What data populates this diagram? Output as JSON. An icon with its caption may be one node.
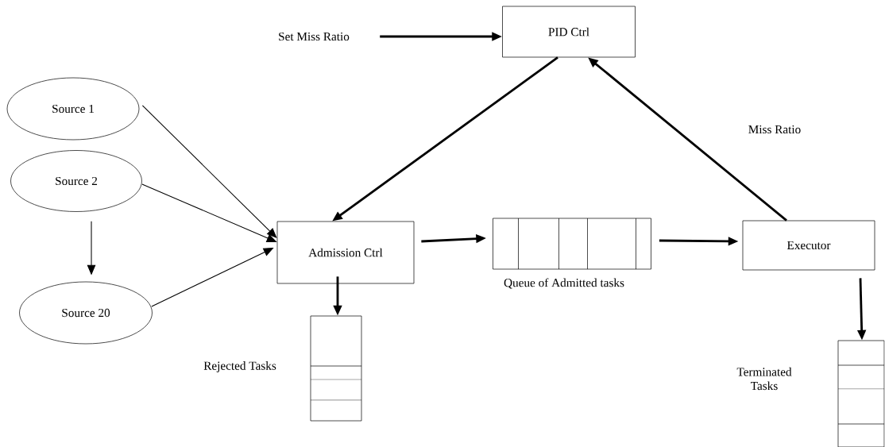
{
  "diagram": {
    "nodes": [
      {
        "text": [
          "Set Miss Ratio"
        ]
      },
      {
        "text": [
          "PID Ctrl"
        ]
      },
      {
        "text": [
          "Source 1"
        ]
      },
      {
        "text": [
          "Source 2"
        ]
      },
      {
        "text": [
          "Source 20"
        ]
      },
      {
        "text": [
          "Admission Ctrl"
        ]
      },
      {
        "text": [],
        "shape": "box",
        "beside": [
          "Queue of Admitted tasks"
        ]
      },
      {
        "text": [
          "Executor"
        ]
      },
      {
        "text": [],
        "shape": "box",
        "beside": [
          "Rejected Tasks"
        ]
      },
      {
        "text": [],
        "shape": "box",
        "beside": [
          "Terminated Tasks"
        ]
      }
    ],
    "edges": [
      {
        "from": 0,
        "to": 1,
        "arrow": "to"
      },
      {
        "from": 1,
        "to": 5,
        "arrow": "to"
      },
      {
        "from": 7,
        "to": 1,
        "arrow": "to"
      },
      {
        "from": 2,
        "to": 5,
        "arrow": "to"
      },
      {
        "from": 3,
        "to": 5,
        "arrow": "to"
      },
      {
        "from": 3,
        "to": 4,
        "arrow": "to"
      },
      {
        "from": 4,
        "to": 5,
        "arrow": "to"
      },
      {
        "from": 5,
        "to": 6,
        "arrow": "to"
      },
      {
        "from": 6,
        "to": 7,
        "arrow": "to"
      },
      {
        "from": 5,
        "to": 8,
        "arrow": "to"
      },
      {
        "from": 7,
        "to": 9,
        "arrow": "to"
      }
    ],
    "labels": [
      "Miss Ratio"
    ]
  }
}
